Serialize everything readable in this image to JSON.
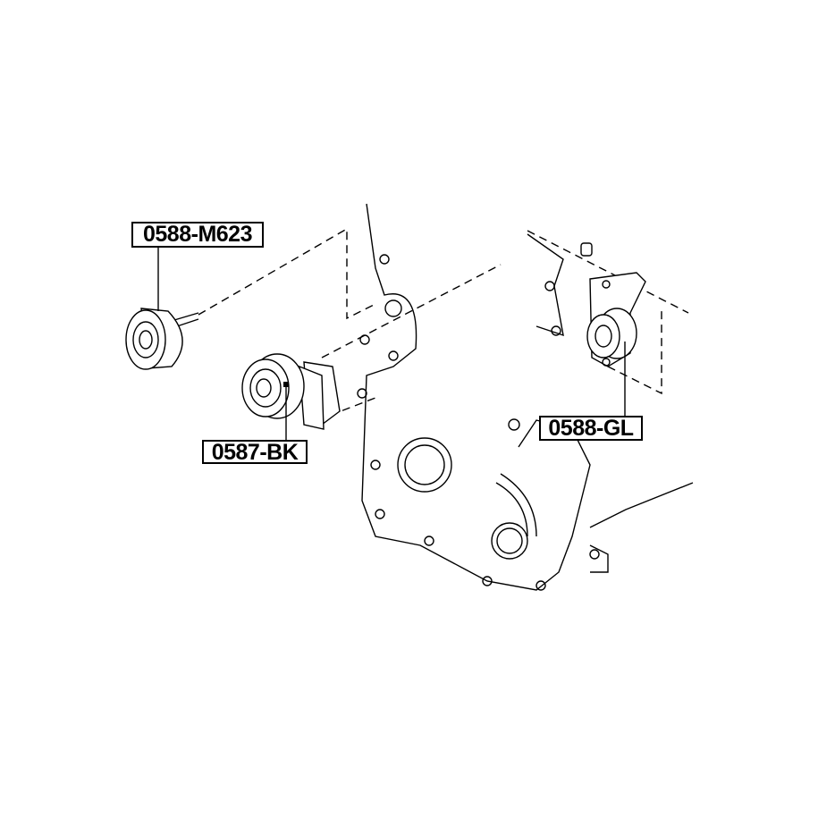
{
  "labels": {
    "idler_pulley": "0588-M623",
    "tensioner_bk": "0587-BK",
    "tensioner_gl": "0588-GL"
  },
  "colors": {
    "line": "#000000",
    "background": "#ffffff"
  }
}
